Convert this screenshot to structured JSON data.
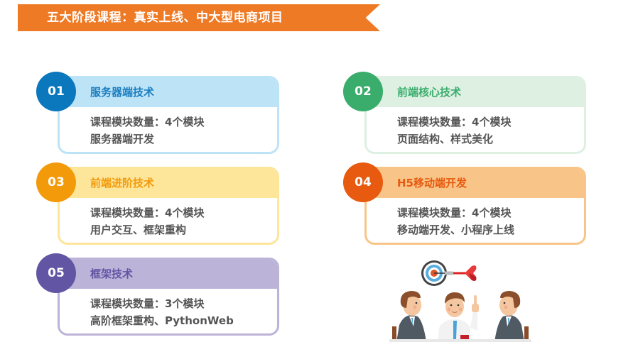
{
  "banner": {
    "title": "五大阶段课程：真实上线、中大型电商项目",
    "color": "#ee7a25"
  },
  "stages": [
    {
      "number": "01",
      "title": "服务器端技术",
      "module_count": "课程模块数量：4个模块",
      "description": "服务器端开发",
      "badge_color": "#0b78bd",
      "header_color": "#bde3f7",
      "border_color": "#bde3f7",
      "title_color": "#1b7fc0"
    },
    {
      "number": "02",
      "title": "前端核心技术",
      "module_count": "课程模块数量：4个模块",
      "description": "页面结构、样式美化",
      "badge_color": "#3aad6c",
      "header_color": "#ddf0e2",
      "border_color": "#ddf0e2",
      "title_color": "#3aad6c"
    },
    {
      "number": "03",
      "title": "前端进阶技术",
      "module_count": "课程模块数量：4个模块",
      "description": "用户交互、框架重构",
      "badge_color": "#f39a0b",
      "header_color": "#fde59a",
      "border_color": "#fde59a",
      "title_color": "#f39a0b"
    },
    {
      "number": "04",
      "title": "H5移动端开发",
      "module_count": "课程模块数量：4个模块",
      "description": "移动端开发、小程序上线",
      "badge_color": "#e75a0f",
      "header_color": "#f9c487",
      "border_color": "#f9c487",
      "title_color": "#e75a0f"
    },
    {
      "number": "05",
      "title": "框架技术",
      "module_count": "课程模块数量：3个模块",
      "description": "高阶框架重构、PythonWeb",
      "badge_color": "#6256a4",
      "header_color": "#bcb3d9",
      "border_color": "#bcb3d9",
      "title_color": "#6256a4"
    }
  ],
  "illustration": {
    "icon": "team-meeting-target-icon"
  }
}
